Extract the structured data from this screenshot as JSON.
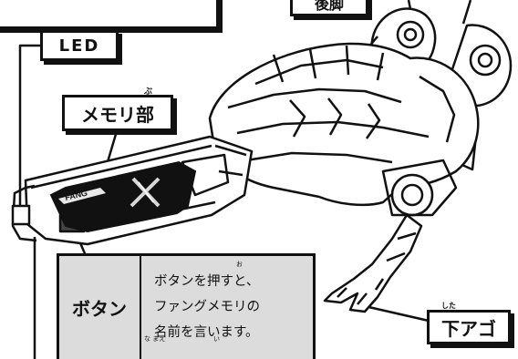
{
  "labels": {
    "hind_leg": "後脚",
    "led": "LED",
    "memory_part": "メモリ部",
    "lower_jaw": "下アゴ"
  },
  "ruby": {
    "memory_part": "ぶ",
    "lower_jaw": "した"
  },
  "memory_text": "FANG",
  "button_info": {
    "name": "ボタン",
    "lines": [
      "ボタンを押すと、",
      "ファングメモリの",
      "名前を言います。"
    ],
    "furigana": [
      "お",
      "な まえ",
      "い"
    ]
  }
}
